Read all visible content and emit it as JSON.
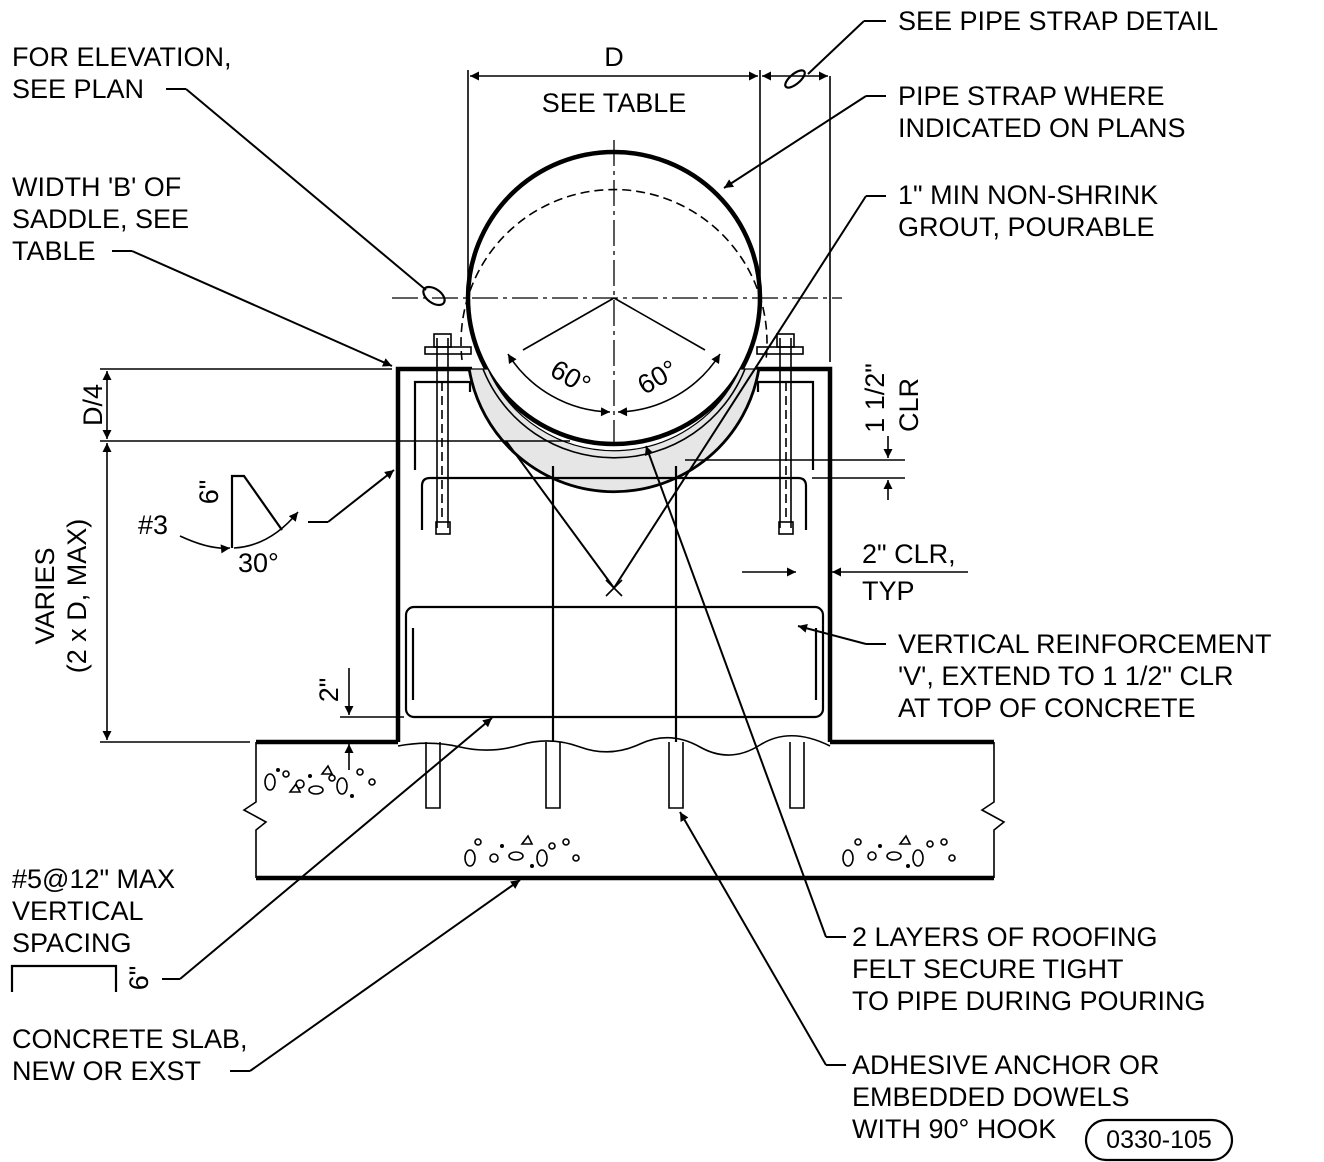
{
  "dimensions": {
    "d": "D",
    "see_table": "SEE TABLE",
    "d_quarter": "D/4",
    "varies_1": "VARIES",
    "varies_2": "(2 x D, MAX)",
    "angle_left": "60°",
    "angle_right": "60°",
    "clr_1": "1 1/2\"",
    "clr_2": "CLR",
    "clr_typ_1": "2\" CLR,",
    "clr_typ_2": "TYP",
    "two_inch": "2\""
  },
  "bar_detail": {
    "bar_size": "#3",
    "leg": "6\"",
    "angle": "30°"
  },
  "callouts": {
    "elevation": [
      "FOR ELEVATION,",
      "SEE PLAN"
    ],
    "width_b": [
      "WIDTH 'B' OF",
      "SADDLE, SEE",
      "TABLE"
    ],
    "strap_detail": [
      "SEE PIPE STRAP DETAIL"
    ],
    "pipe_strap": [
      "PIPE STRAP WHERE",
      "INDICATED ON PLANS"
    ],
    "grout": [
      "1\" MIN NON-SHRINK",
      "GROUT, POURABLE"
    ],
    "vertical_reinf": [
      "VERTICAL REINFORCEMENT",
      "'V', EXTEND TO 1 1/2\" CLR",
      "AT TOP OF CONCRETE"
    ],
    "spacing": [
      "#5@12\" MAX",
      "VERTICAL",
      "SPACING"
    ],
    "spacing_leg": "6\"",
    "slab": [
      "CONCRETE SLAB,",
      "NEW OR EXST"
    ],
    "roofing": [
      "2 LAYERS OF ROOFING",
      "FELT SECURE TIGHT",
      "TO PIPE DURING POURING"
    ],
    "anchor": [
      "ADHESIVE ANCHOR OR",
      "EMBEDDED DOWELS",
      "WITH 90° HOOK"
    ]
  },
  "detail_id": "0330-105"
}
